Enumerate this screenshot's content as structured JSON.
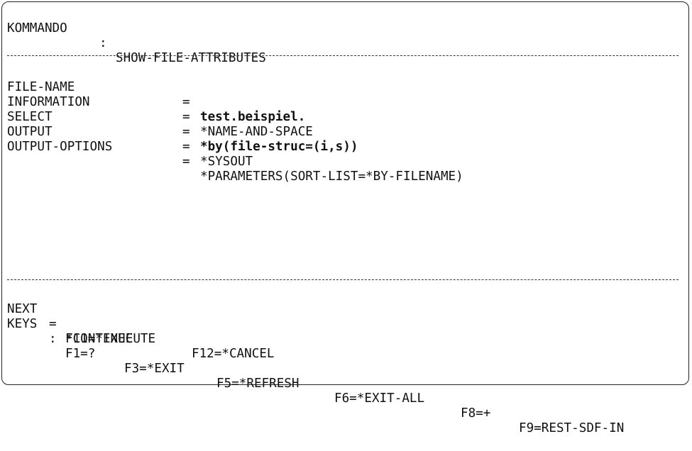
{
  "header": {
    "label": "KOMMANDO",
    "separator": ":",
    "command": "SHOW-FILE-ATTRIBUTES"
  },
  "params": [
    {
      "name": "FILE-NAME",
      "eq": "=",
      "value": "test.beispiel.",
      "bold": true
    },
    {
      "name": "INFORMATION",
      "eq": "=",
      "value": "*NAME-AND-SPACE",
      "bold": false
    },
    {
      "name": "SELECT",
      "eq": "=",
      "value": "*by(file-struc=(i,s))",
      "bold": true
    },
    {
      "name": "OUTPUT",
      "eq": "=",
      "value": "*SYSOUT",
      "bold": false
    },
    {
      "name": "OUTPUT-OPTIONS",
      "eq": "=",
      "value": "*PARAMETERS(SORT-LIST=*BY-FILENAME)",
      "bold": false
    }
  ],
  "footer": {
    "next_label": "NEXT",
    "next_eq": "=",
    "next_value": "*CONTINUE",
    "keys_label": "KEYS",
    "keys_sep": ":",
    "keys_row1": [
      "F1=?",
      "F3=*EXIT",
      "F5=*REFRESH",
      "F6=*EXIT-ALL",
      "F8=+",
      "F9=REST-SDF-IN"
    ],
    "keys_row2": [
      "F11=*EXECUTE",
      "F12=*CANCEL"
    ]
  }
}
